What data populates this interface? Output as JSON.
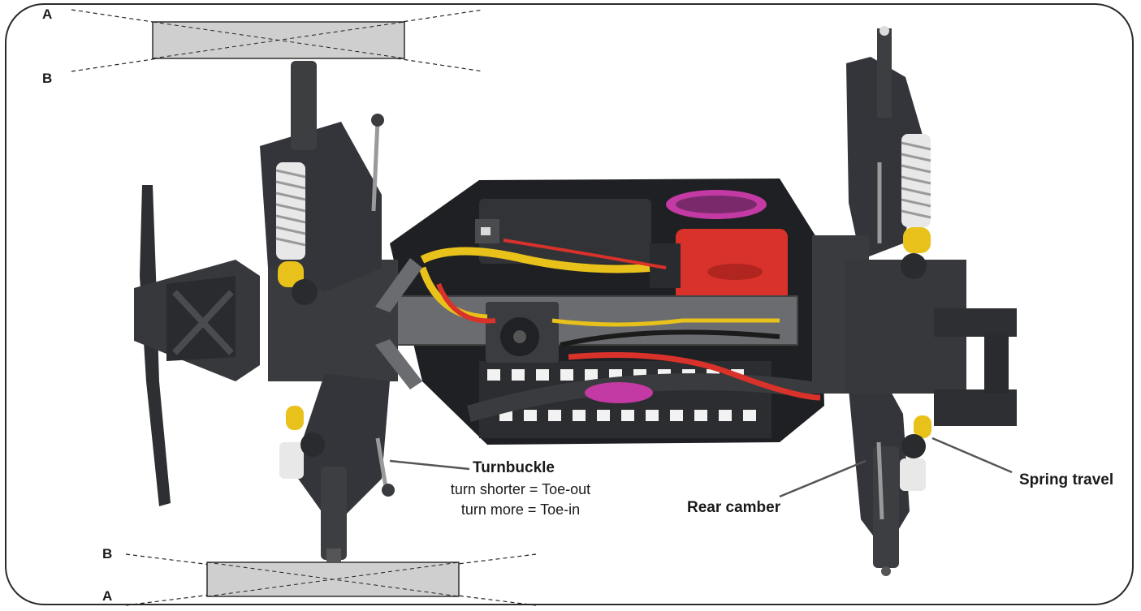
{
  "diagram": {
    "top_wheel_diagram": {
      "label_a": "A",
      "label_b": "B"
    },
    "bottom_wheel_diagram": {
      "label_a": "A",
      "label_b": "B"
    },
    "callouts": {
      "turnbuckle": {
        "title": "Turnbuckle",
        "line1": "turn shorter = Toe-out",
        "line2": "turn more = Toe-in"
      },
      "rear_camber": "Rear camber",
      "spring_travel": "Spring travel"
    },
    "colors": {
      "chassis_dark": "#2a2b2e",
      "motor_red": "#d8322a",
      "shock_spring": "#e8e8e8",
      "shock_collar": "#e8c21b",
      "body_badge": "#c43aa4",
      "wheel_gray": "#cfcfcf"
    }
  }
}
